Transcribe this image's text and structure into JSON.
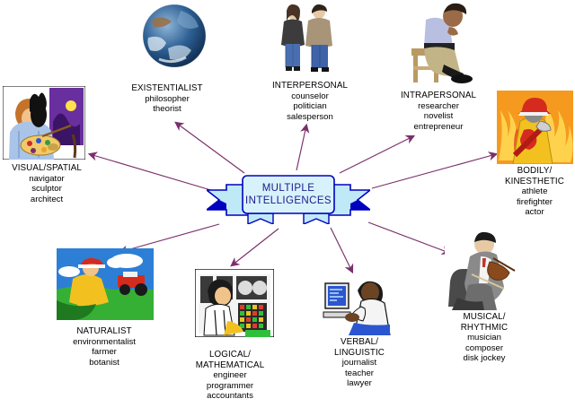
{
  "diagram": {
    "center": {
      "line1": "MULTIPLE",
      "line2": "INTELLIGENCES",
      "banner_fill": "#bfe9f7",
      "banner_shadow": "#0000bf",
      "text_color": "#1a1a8c"
    },
    "arrow_color": "#7a2f6b",
    "nodes": [
      {
        "id": "existentialist",
        "category": "EXISTENTIALIST",
        "category_lines": [
          "EXISTENTIALIST"
        ],
        "occupations": [
          "philosopher",
          "theorist"
        ],
        "image_name": "earth-globe-photo"
      },
      {
        "id": "interpersonal",
        "category": "INTERPERSONAL",
        "category_lines": [
          "INTERPERSONAL"
        ],
        "occupations": [
          "counselor",
          "politician",
          "salesperson"
        ],
        "image_name": "two-people-standing-photo"
      },
      {
        "id": "intrapersonal",
        "category": "INTRAPERSONAL",
        "category_lines": [
          "INTRAPERSONAL"
        ],
        "occupations": [
          "researcher",
          "novelist",
          "entrepreneur"
        ],
        "image_name": "man-thinking-on-stool-photo"
      },
      {
        "id": "bodily-kinesthetic",
        "category": "BODILY/ KINESTHETIC",
        "category_lines": [
          "BODILY/",
          "KINESTHETIC"
        ],
        "occupations": [
          "athlete",
          "firefighter",
          "actor"
        ],
        "image_name": "firefighter-with-axe-illustration"
      },
      {
        "id": "musical-rhythmic",
        "category": "MUSICAL/ RHYTHMIC",
        "category_lines": [
          "MUSICAL/",
          "RHYTHMIC"
        ],
        "occupations": [
          "musician",
          "composer",
          "disk jockey"
        ],
        "image_name": "violinist-illustration"
      },
      {
        "id": "verbal-linguistic",
        "category": "VERBAL/ LINGUISTIC",
        "category_lines": [
          "VERBAL/",
          "LINGUISTIC"
        ],
        "occupations": [
          "journalist",
          "teacher",
          "lawyer"
        ],
        "image_name": "person-at-computer-illustration"
      },
      {
        "id": "logical-mathematical",
        "category": "LOGICAL/ MATHEMATICAL",
        "category_lines": [
          "LOGICAL/",
          "MATHEMATICAL"
        ],
        "occupations": [
          "engineer",
          "programmer",
          "accountants"
        ],
        "image_name": "scientist-at-control-panel-illustration"
      },
      {
        "id": "naturalist",
        "category": "NATURALIST",
        "category_lines": [
          "NATURALIST"
        ],
        "occupations": [
          "environmentalist",
          "farmer",
          "botanist"
        ],
        "image_name": "farmer-in-field-illustration"
      },
      {
        "id": "visual-spatial",
        "category": "VISUAL/SPATIAL",
        "category_lines": [
          "VISUAL/SPATIAL"
        ],
        "occupations": [
          "navigator",
          "sculptor",
          "architect"
        ],
        "image_name": "painter-with-palette-illustration"
      }
    ]
  }
}
